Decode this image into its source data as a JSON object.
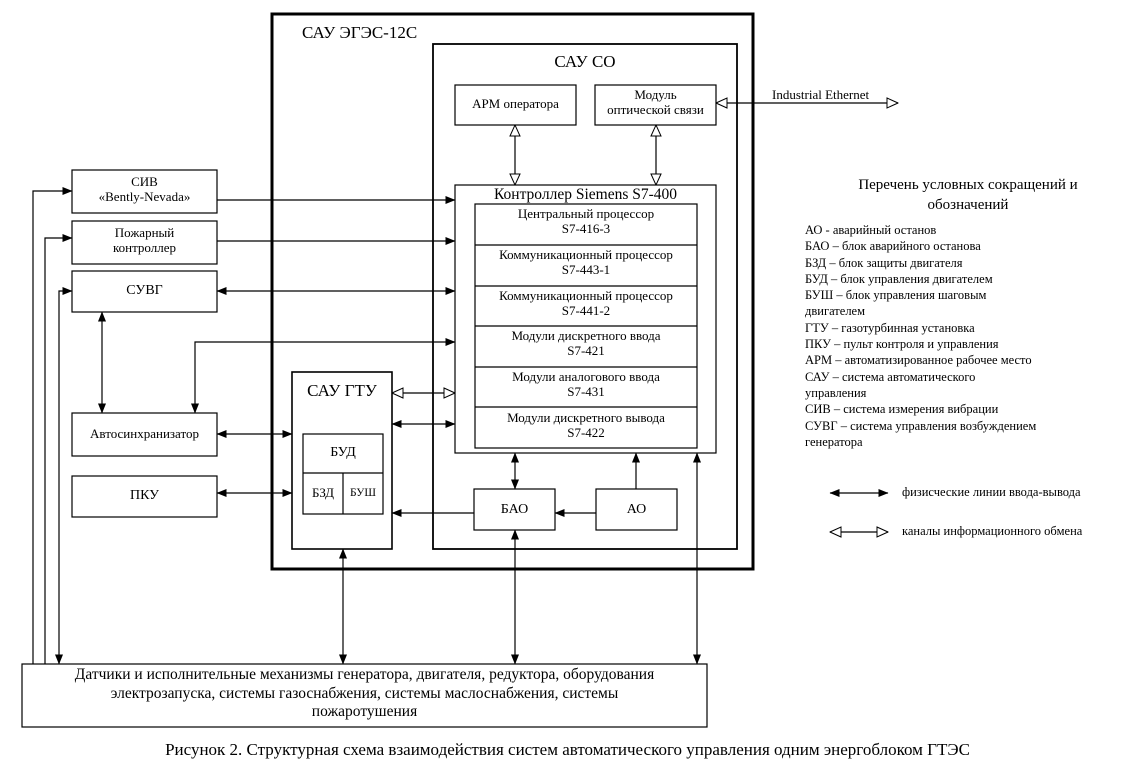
{
  "diagram": {
    "outer_title": "САУ ЭГЭС-12С",
    "so_title": "САУ СО",
    "arm": "АРМ оператора",
    "optical": [
      "Модуль",
      "оптической связи"
    ],
    "ethernet": "Industrial Ethernet",
    "controller_title": "Контроллер Siemens S7-400",
    "modules": [
      [
        "Центральный процессор",
        "S7-416-3"
      ],
      [
        "Коммуникационный процессор",
        "S7-443-1"
      ],
      [
        "Коммуникационный процессор",
        "S7-441-2"
      ],
      [
        "Модули дискретного ввода",
        "S7-421"
      ],
      [
        "Модули аналогового ввода",
        "S7-431"
      ],
      [
        "Модули дискретного вывода",
        "S7-422"
      ]
    ],
    "siv": [
      "СИВ",
      "«Bently-Nevada»"
    ],
    "fire": [
      "Пожарный",
      "контроллер"
    ],
    "suvg": "СУВГ",
    "autosync": "Автосинхранизатор",
    "pku": "ПКУ",
    "gtu_title": "САУ ГТУ",
    "bud": "БУД",
    "bzd": "БЗД",
    "bush": "БУШ",
    "bao": "БАО",
    "ao": "АО",
    "bottom": [
      "Датчики и исполнительные механизмы генератора, двигателя, редуктора, оборудования",
      "электрозапуска, системы газоснабжения, системы маслоснабжения, системы",
      "пожаротушения"
    ]
  },
  "legend": {
    "title": [
      "Перечень условных сокращений и",
      "обозначений"
    ],
    "items": [
      "АО - аварийный останов",
      "БАО – блок аварийного останова",
      "БЗД – блок защиты двигателя",
      "БУД – блок управления двигателем",
      "БУШ – блок управления шаговым",
      "двигателем",
      "ГТУ – газотурбинная установка",
      "ПКУ – пульт контроля и управления",
      "АРМ – автоматизированное рабочее место",
      "САУ – система автоматического",
      "управления",
      "СИВ – система измерения вибрации",
      "СУВГ – система управления возбуждением",
      "генератора"
    ],
    "key_physical": "физисческие линии ввода-вывода",
    "key_info": "каналы информационного обмена"
  },
  "caption": "Рисунок 2. Структурная схема взаимодействия систем автоматического управления одним энергоблоком ГТЭС"
}
